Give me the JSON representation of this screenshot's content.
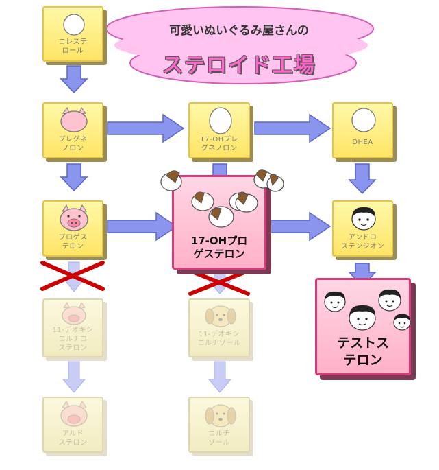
{
  "title": {
    "line1": "可愛いぬいぐるみ屋さんの",
    "line2": "ステロイド工場"
  },
  "nodes": [
    {
      "id": "cholesterol",
      "lines": [
        "コレステ",
        "ロール"
      ],
      "icon": "ball-icon",
      "state": "normal"
    },
    {
      "id": "pregnenolone",
      "lines": [
        "プレグネ",
        "ノロン"
      ],
      "icon": "pig-icon",
      "state": "normal"
    },
    {
      "id": "progesterone",
      "lines": [
        "プロゲス",
        "テロン"
      ],
      "icon": "pig-face-icon",
      "state": "normal"
    },
    {
      "id": "deoxycorticosterone",
      "lines": [
        "11-デオキシ",
        "コルチコ",
        "ステロン"
      ],
      "icon": "pig-face-icon",
      "state": "faded"
    },
    {
      "id": "aldosterone",
      "lines": [
        "アルド",
        "ステロン"
      ],
      "icon": "pig-face-icon",
      "state": "faded"
    },
    {
      "id": "oh-pregnenolone",
      "lines": [
        "17-OHプレ",
        "グネノロン"
      ],
      "icon": "egg-icon",
      "state": "normal"
    },
    {
      "id": "oh-progesterone",
      "lines": [
        "17-OHプロ",
        "ゲステロン"
      ],
      "icon": "dog-ears-icon",
      "state": "big"
    },
    {
      "id": "deoxycortisol",
      "lines": [
        "11-デオキシ",
        "コルチゾール"
      ],
      "icon": "dog-face-icon",
      "state": "faded"
    },
    {
      "id": "cortisol",
      "lines": [
        "コルチ",
        "ゾール"
      ],
      "icon": "dog-face-icon",
      "state": "faded"
    },
    {
      "id": "dhea",
      "lines": [
        "DHEA"
      ],
      "icon": "egg-icon",
      "state": "normal"
    },
    {
      "id": "androstenedione",
      "lines": [
        "アンドロ",
        "ステンジオン"
      ],
      "icon": "boy-face-icon",
      "state": "normal"
    },
    {
      "id": "testosterone",
      "lines": [
        "テストス",
        "テロン"
      ],
      "icon": "boy-face-icon",
      "state": "big"
    }
  ],
  "colors": {
    "arrow": "#8a95ee",
    "arrow_edge": "#5b66c8",
    "arrow_faded": "#c9cdf6",
    "cross": "#cc0000",
    "title_bubble": "#ffc4ef",
    "title_bubble_edge": "#d35fb5"
  }
}
